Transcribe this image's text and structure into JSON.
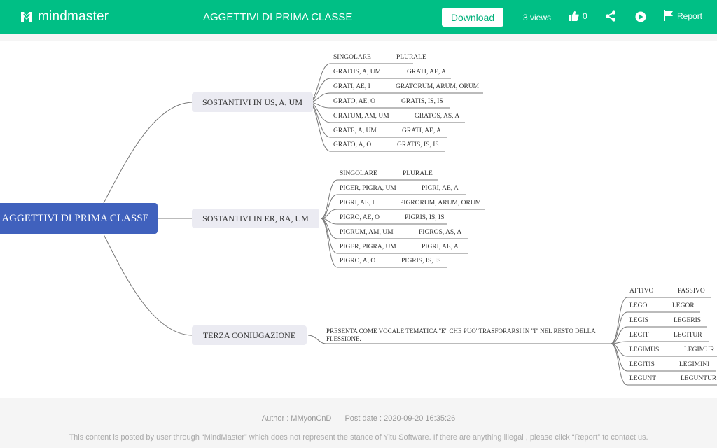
{
  "header": {
    "logo_text": "mindmaster",
    "title": "AGGETTIVI DI PRIMA CLASSE",
    "download_label": "Download",
    "views": "3 views",
    "likes": "0",
    "report_label": "Report",
    "bg_color": "#00bf85"
  },
  "mindmap": {
    "root": "AGGETTIVI DI PRIMA CLASSE",
    "branches": [
      {
        "label": "SOSTANTIVI IN US, A, UM",
        "rows": [
          [
            "SINGOLARE",
            "PLURALE"
          ],
          [
            "GRATUS, A, UM",
            "GRATI, AE, A"
          ],
          [
            "GRATI, AE, I",
            "GRATORUM, ARUM, ORUM"
          ],
          [
            "GRATO, AE, O",
            "GRATIS, IS, IS"
          ],
          [
            "GRATUM, AM, UM",
            "GRATOS, AS, A"
          ],
          [
            "GRATE, A, UM",
            "GRATI, AE, A"
          ],
          [
            "GRATO, A, O",
            "GRATIS, IS, IS"
          ]
        ]
      },
      {
        "label": "SOSTANTIVI IN ER, RA, UM",
        "rows": [
          [
            "SINGOLARE",
            "PLURALE"
          ],
          [
            "PIGER, PIGRA, UM",
            "PIGRI, AE, A"
          ],
          [
            "PIGRI, AE, I",
            "PIGRORUM, ARUM, ORUM"
          ],
          [
            "PIGRO, AE, O",
            "PIGRIS, IS, IS"
          ],
          [
            "PIGRUM, AM, UM",
            "PIGROS, AS, A"
          ],
          [
            "PIGER, PIGRA, UM",
            "PIGRI, AE, A"
          ],
          [
            "PIGRO, A, O",
            "PIGRIS, IS, IS"
          ]
        ]
      },
      {
        "label": "TERZA CONIUGAZIONE",
        "note": "PRESENTA COME VOCALE TEMATICA \"E\" CHE PUO' TRASFORARSI IN \"I\" NEL RESTO DELLA FLESSIONE.",
        "rows": [
          [
            "ATTIVO",
            "PASSIVO"
          ],
          [
            "LEGO",
            "LEGOR"
          ],
          [
            "LEGIS",
            "LEGERIS"
          ],
          [
            "LEGIT",
            "LEGITUR"
          ],
          [
            "LEGIMUS",
            "LEGIMUR"
          ],
          [
            "LEGITIS",
            "LEGIMINI"
          ],
          [
            "LEGUNT",
            "LEGUNTUR"
          ]
        ]
      }
    ]
  },
  "footer": {
    "author": "Author : MMyonCnD",
    "post_date": "Post date : 2020-09-20 16:35:26",
    "disclaimer": "This content is posted by user through “MindMaster” which does not represent the stance of Yitu Software. If there are anything illegal , please click “Report” to contact us."
  }
}
